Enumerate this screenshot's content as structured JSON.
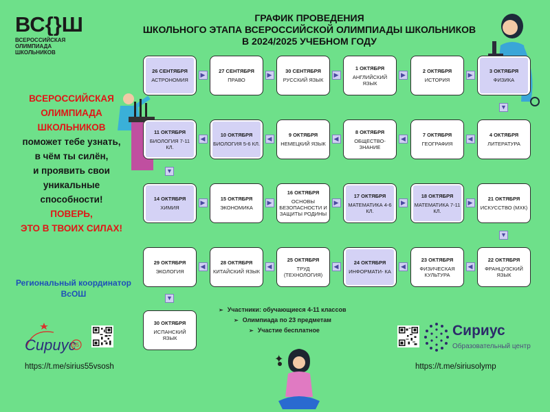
{
  "logo": {
    "mark": "ВС{}Ш",
    "lines": [
      "ВСЕРОССИЙСКАЯ",
      "ОЛИМПИАДА",
      "ШКОЛЬНИКОВ"
    ]
  },
  "title": {
    "line1": "ГРАФИК ПРОВЕДЕНИЯ",
    "line2": "ШКОЛЬНОГО ЭТАПА ВСЕРОССИЙСКОЙ ОЛИМПИАДЫ ШКОЛЬНИКОВ",
    "line3": "В 2024/2025 УЧЕБНОМ ГОДУ"
  },
  "cards": [
    {
      "date": "26 СЕНТЯБРЯ",
      "subj": "АСТРОНОМИЯ"
    },
    {
      "date": "27 СЕНТЯБРЯ",
      "subj": "ПРАВО"
    },
    {
      "date": "30 СЕНТЯБРЯ",
      "subj": "РУССКИЙ ЯЗЫК"
    },
    {
      "date": "1 ОКТЯБРЯ",
      "subj": "АНГЛИЙСКИЙ ЯЗЫК"
    },
    {
      "date": "2 ОКТЯБРЯ",
      "subj": "ИСТОРИЯ"
    },
    {
      "date": "3 ОКТЯБРЯ",
      "subj": "ФИЗИКА"
    },
    {
      "date": "4 ОКТЯБРЯ",
      "subj": "ЛИТЕРАТУРА"
    },
    {
      "date": "7 ОКТЯБРЯ",
      "subj": "ГЕОГРАФИЯ"
    },
    {
      "date": "8 ОКТЯБРЯ",
      "subj": "ОБЩЕСТВО- ЗНАНИЕ"
    },
    {
      "date": "9 ОКТЯБРЯ",
      "subj": "НЕМЕЦКИЙ ЯЗЫК"
    },
    {
      "date": "10 ОКТЯБРЯ",
      "subj": "БИОЛОГИЯ 5-6 КЛ."
    },
    {
      "date": "11 ОКТЯБРЯ",
      "subj": "БИОЛОГИЯ 7-11 КЛ."
    },
    {
      "date": "14 ОКТЯБРЯ",
      "subj": "ХИМИЯ"
    },
    {
      "date": "15 ОКТЯБРЯ",
      "subj": "ЭКОНОМИКА"
    },
    {
      "date": "16 ОКТЯБРЯ",
      "subj": "ОСНОВЫ БЕЗОПАСНОСТИ И ЗАЩИТЫ РОДИНЫ"
    },
    {
      "date": "17 ОКТЯБРЯ",
      "subj": "МАТЕМАТИКА 4-6 КЛ."
    },
    {
      "date": "18 ОКТЯБРЯ",
      "subj": "МАТЕМАТИКА 7-11 КЛ."
    },
    {
      "date": "21 ОКТЯБРЯ",
      "subj": "ИСКУССТВО (МХК)"
    },
    {
      "date": "22 ОКТЯБРЯ",
      "subj": "ФРАНЦУЗСКИЙ ЯЗЫК"
    },
    {
      "date": "23 ОКТЯБРЯ",
      "subj": "ФИЗИЧЕСКАЯ КУЛЬТУРА"
    },
    {
      "date": "24 ОКТЯБРЯ",
      "subj": "ИНФОРМАТИ- КА"
    },
    {
      "date": "25 ОКТЯБРЯ",
      "subj": "ТРУД (ТЕХНОЛОГИЯ)"
    },
    {
      "date": "28 ОКТЯБРЯ",
      "subj": "КИТАЙСКИЙ ЯЗЫК"
    },
    {
      "date": "29 ОКТЯБРЯ",
      "subj": "ЭКОЛОГИЯ"
    },
    {
      "date": "30 ОКТЯБРЯ",
      "subj": "ИСПАНСКИЙ ЯЗЫК"
    }
  ],
  "slogan": {
    "l1": "ВСЕРОССИЙСКАЯ",
    "l2": "ОЛИМПИАДА",
    "l3": "ШКОЛЬНИКОВ",
    "l4": "поможет тебе узнать,",
    "l5": "в чём ты силён,",
    "l6": "и проявить свои",
    "l7": "уникальные",
    "l8": "способности!",
    "l9": "ПОВЕРЬ,",
    "l10": "ЭТО В ТВОИХ СИЛАХ!"
  },
  "coordinator": {
    "l1": "Региональный координатор",
    "l2": "ВсОШ"
  },
  "bullets": [
    "Участники: обучающиеся 4-11 классов",
    "Олимпиада по 23 предметам",
    "Участие бесплатное"
  ],
  "links": {
    "left": "https://t.me/sirius55vsosh",
    "right": "https://t.me/siriusolymp"
  },
  "sirius55": {
    "text": "Сириус",
    "num": "55"
  },
  "sirius": {
    "name": "Сириус",
    "sub": "Образовательный центр"
  },
  "colors": {
    "background": "#6ee08a",
    "highlight": "#d4d2f5",
    "red": "#e01616",
    "blue": "#1e4fb8"
  }
}
